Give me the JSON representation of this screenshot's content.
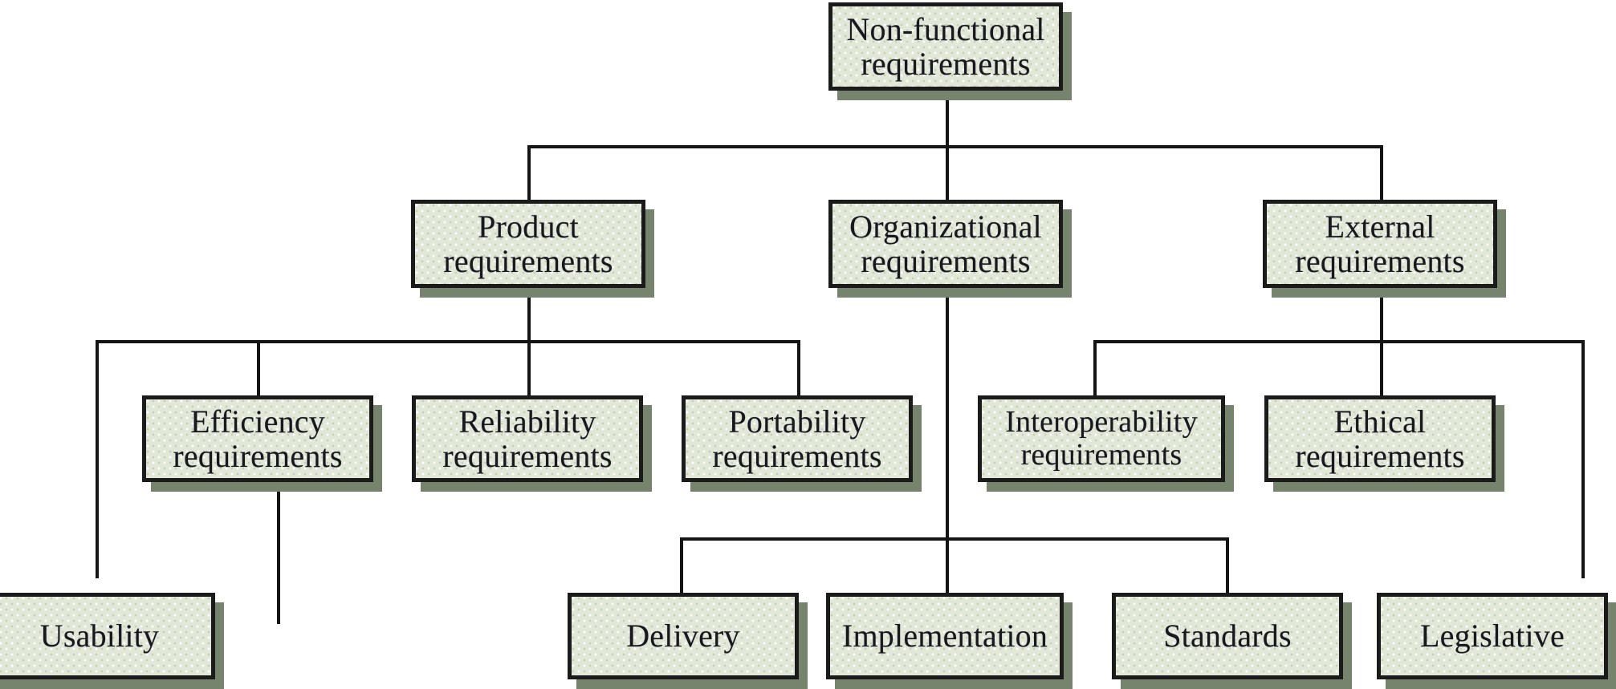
{
  "diagram": {
    "title": "Non-functional requirements taxonomy",
    "type": "tree-hierarchy",
    "style": {
      "box_fill": "#e2e8d8",
      "box_border": "#1b1b1b",
      "box_shadow": "#76836d",
      "connector": "#141414",
      "text_color": "#18181f",
      "background": "#ffffff"
    },
    "nodes": {
      "root": "Non-functional\nrequirements",
      "product": "Product\nrequirements",
      "organizational": "Organizational\nrequirements",
      "external": "External\nrequirements",
      "efficiency": "Efficiency\nrequirements",
      "reliability": "Reliability\nrequirements",
      "portability": "Portability\nrequirements",
      "interoperability": "Interoperability\nrequirements",
      "ethical": "Ethical\nrequirements",
      "usability": "Usability",
      "delivery": "Delivery",
      "implementation": "Implementation",
      "standards": "Standards",
      "legislative": "Legislative"
    },
    "edges": [
      {
        "from": "root",
        "to": "product"
      },
      {
        "from": "root",
        "to": "organizational"
      },
      {
        "from": "root",
        "to": "external"
      },
      {
        "from": "product",
        "to": "efficiency"
      },
      {
        "from": "product",
        "to": "reliability"
      },
      {
        "from": "product",
        "to": "portability"
      },
      {
        "from": "product",
        "to": "usability"
      },
      {
        "from": "organizational",
        "to": "delivery"
      },
      {
        "from": "organizational",
        "to": "implementation"
      },
      {
        "from": "organizational",
        "to": "standards"
      },
      {
        "from": "external",
        "to": "interoperability"
      },
      {
        "from": "external",
        "to": "ethical"
      },
      {
        "from": "external",
        "to": "legislative"
      }
    ]
  }
}
